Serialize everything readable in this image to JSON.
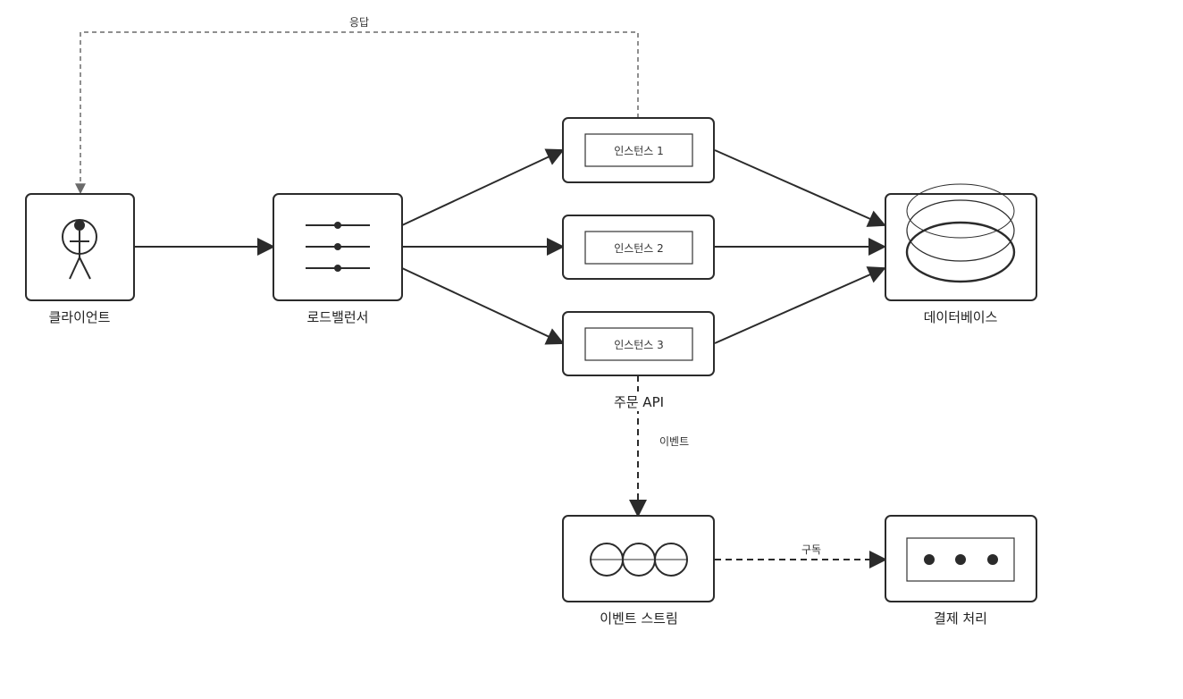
{
  "nodes": {
    "client": "클라이언트",
    "load_balancer": "로드밸런서",
    "instance1": "인스턴스 1",
    "instance2": "인스턴스 2",
    "instance3": "인스턴스 3",
    "order_api": "주문 API",
    "database": "데이터베이스",
    "event_stream": "이벤트 스트림",
    "payment": "결제 처리"
  },
  "edges": {
    "response": "응답",
    "event": "이벤트",
    "subscribe": "구독"
  }
}
